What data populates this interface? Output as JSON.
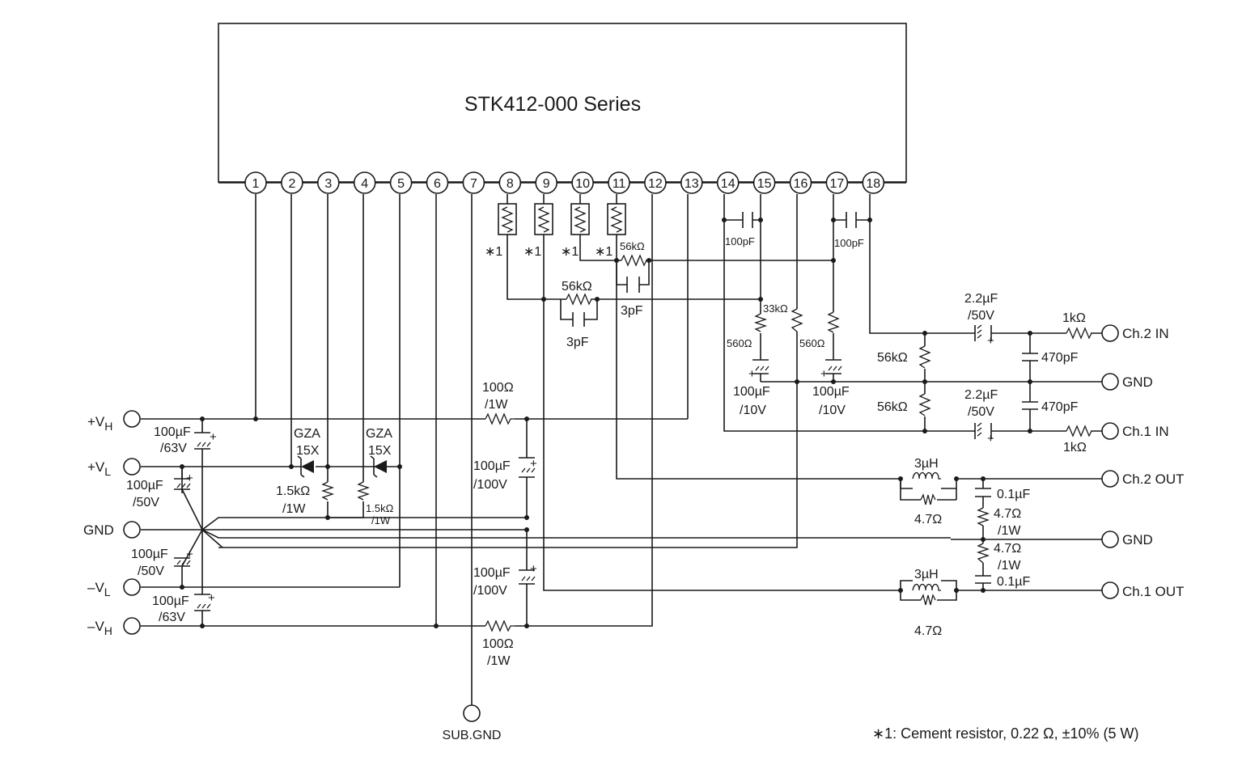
{
  "ic_title": "STK412-000 Series",
  "pins": [
    "1",
    "2",
    "3",
    "4",
    "5",
    "6",
    "7",
    "8",
    "9",
    "10",
    "11",
    "12",
    "13",
    "14",
    "15",
    "16",
    "17",
    "18"
  ],
  "left_terminals": {
    "vh_pos": {
      "v": "+V",
      "sub": "H"
    },
    "vl_pos": {
      "v": "+V",
      "sub": "L"
    },
    "gnd": "GND",
    "vl_neg": {
      "v": "–V",
      "sub": "L"
    },
    "vh_neg": {
      "v": "–V",
      "sub": "H"
    }
  },
  "right_terminals": {
    "ch2_in": "Ch.2 IN",
    "gnd1": "GND",
    "ch1_in": "Ch.1 IN",
    "ch2_out": "Ch.2 OUT",
    "gnd2": "GND",
    "ch1_out": "Ch.1 OUT"
  },
  "sub_gnd": "SUB.GND",
  "components": {
    "c_vh_top": [
      "100µF",
      "/63V"
    ],
    "c_vl_top": [
      "100µF",
      "/50V"
    ],
    "c_vl_bot": [
      "100µF",
      "/50V"
    ],
    "c_vh_bot": [
      "100µF",
      "/63V"
    ],
    "zener1": [
      "GZA",
      "15X"
    ],
    "zener2": [
      "GZA",
      "15X"
    ],
    "r_zener1": [
      "1.5kΩ",
      "/1W"
    ],
    "r_zener2": [
      "1.5kΩ",
      "/1W"
    ],
    "r_top": [
      "100Ω",
      "/1W"
    ],
    "r_bot": [
      "100Ω",
      "/1W"
    ],
    "c_mid_top": [
      "100µF",
      "/100V"
    ],
    "c_mid_bot": [
      "100µF",
      "/100V"
    ],
    "star_note": "∗1",
    "r_fb1": "56kΩ",
    "c_fb1": "3pF",
    "r_fb2": "56kΩ",
    "c_fb2": "3pF",
    "c_14_15": "100pF",
    "c_17_18": "100pF",
    "r_15": "560Ω",
    "r_16": "33kΩ",
    "r_17": "560Ω",
    "c_15": [
      "100µF",
      "/10V"
    ],
    "c_17": [
      "100µF",
      "/10V"
    ],
    "r_in2": "56kΩ",
    "r_in1": "56kΩ",
    "c_in2": [
      "2.2µF",
      "/50V"
    ],
    "c_in1": [
      "2.2µF",
      "/50V"
    ],
    "r_ser2": "1kΩ",
    "r_ser1": "1kΩ",
    "c_470a": "470pF",
    "c_470b": "470pF",
    "l_out2": "3µH",
    "r_l2": "4.7Ω",
    "l_out1": "3µH",
    "r_l1": "4.7Ω",
    "c_zob2": "0.1µF",
    "r_zob2": [
      "4.7Ω",
      "/1W"
    ],
    "r_zob1": [
      "4.7Ω",
      "/1W"
    ],
    "c_zob1": "0.1µF"
  },
  "footnote": "∗1: Cement resistor, 0.22 Ω, ±10% (5 W)"
}
